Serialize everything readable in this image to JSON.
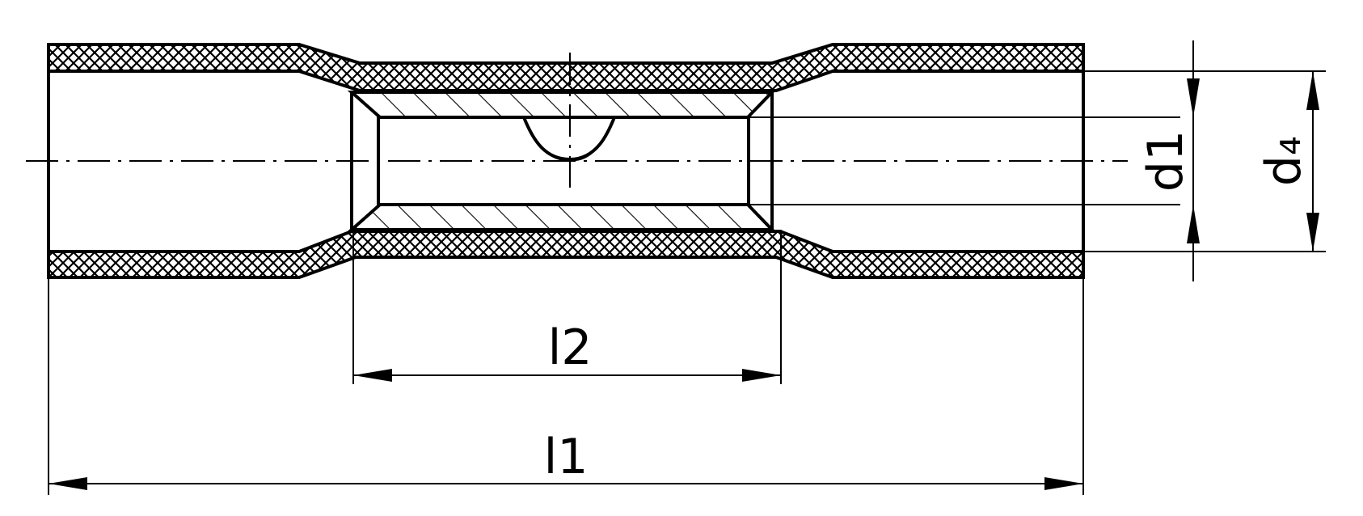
{
  "dimensions": {
    "overall_length_label": "l1",
    "crimp_length_label": "l2",
    "inner_diameter_label": "d1",
    "outer_diameter_label": "d₄"
  },
  "colors": {
    "line": "#000000",
    "background": "#ffffff"
  }
}
